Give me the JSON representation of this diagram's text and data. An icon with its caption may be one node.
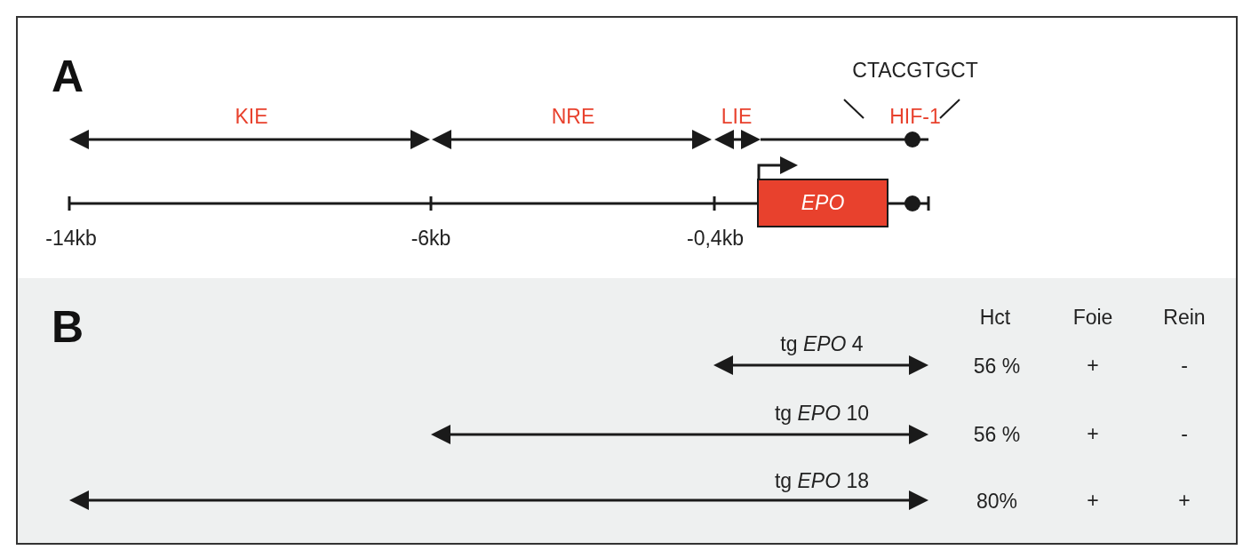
{
  "diagram": {
    "nodes": [
      {
        "text": [
          "EPO"
        ]
      }
    ],
    "labels": [
      "A",
      "CTACGTGCT",
      "KIE",
      "NRE",
      "LIE",
      "HIF-1",
      "-14kb",
      "-6kb",
      "-0,4kb",
      "B",
      "Hct",
      "Foie",
      "Rein",
      "tg *EPO* 4",
      "56 %",
      "+",
      "-",
      "tg *EPO* 10",
      "56 %",
      "+",
      "-",
      "tg *EPO* 18",
      "80%",
      "+",
      "+"
    ]
  }
}
